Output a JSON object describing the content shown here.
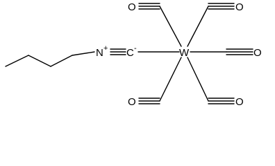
{
  "molecule": {
    "atoms": {
      "nitrogen": "N",
      "nitrogen_charge": "+",
      "carbon": "C",
      "carbon_charge": "-",
      "tungsten": "W",
      "oxygen_top_left": "O",
      "oxygen_top_right": "O",
      "oxygen_right": "O",
      "oxygen_bottom_left": "O",
      "oxygen_bottom_right": "O"
    }
  }
}
